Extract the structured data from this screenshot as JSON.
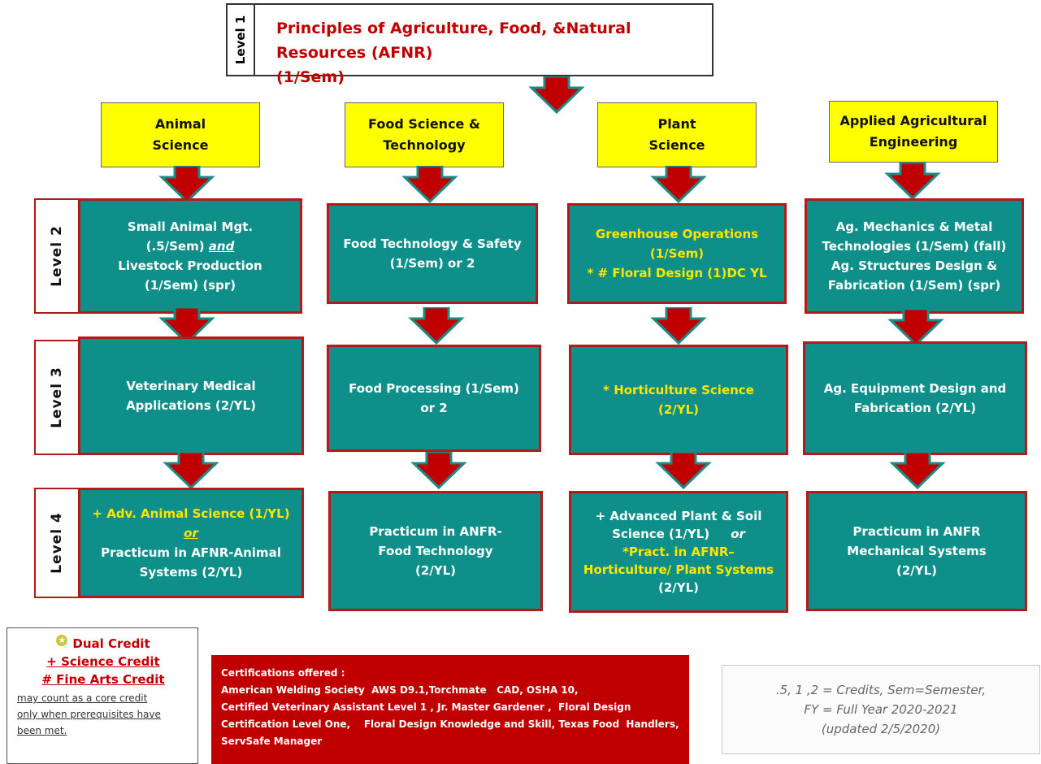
{
  "level1": {
    "label": "Level 1",
    "line1": "Principles of Agriculture, Food, &Natural Resources (AFNR)",
    "line2": "(1/Sem)"
  },
  "pathways": [
    {
      "line1": "Animal",
      "line2": "Science"
    },
    {
      "line1": "Food Science &",
      "line2": "Technology"
    },
    {
      "line1": "Plant",
      "line2": "Science"
    },
    {
      "line1": "Applied Agricultural",
      "line2": "Engineering"
    }
  ],
  "levels": {
    "l2": "Level  2",
    "l3": "Level  3",
    "l4": "Level  4"
  },
  "level2": {
    "animal": {
      "l1": "Small Animal Mgt.",
      "l2a": "(.5/Sem) ",
      "l2b": "and",
      "l3": "Livestock Production",
      "l4": "(1/Sem) (spr)"
    },
    "food": {
      "l1": "Food Technology & Safety",
      "l2": "(1/Sem) or 2"
    },
    "plant": {
      "l1": "Greenhouse Operations",
      "l2": "(1/Sem)",
      "l3": "* # Floral Design (1)DC YL"
    },
    "eng": {
      "l1": "Ag. Mechanics & Metal",
      "l2": "Technologies (1/Sem) (fall)",
      "l3": "Ag. Structures Design &",
      "l4": "Fabrication (1/Sem) (spr)"
    }
  },
  "level3": {
    "animal": {
      "l1": "Veterinary Medical",
      "l2": "Applications (2/YL)"
    },
    "food": {
      "l1": "Food Processing (1/Sem)",
      "l2": "or 2"
    },
    "plant": {
      "l1": "* Horticulture Science",
      "l2": "(2/YL)"
    },
    "eng": {
      "l1": "Ag.  Equipment Design and",
      "l2": "Fabrication (2/YL)"
    }
  },
  "level4": {
    "animal": {
      "l1": "+ Adv. Animal Science (1/YL)",
      "l2": "or",
      "l3": "Practicum in AFNR-Animal",
      "l4": "Systems (2/YL)"
    },
    "food": {
      "l1": "Practicum in ANFR-",
      "l2": "Food  Technology",
      "l3": "(2/YL)"
    },
    "plant": {
      "l1": "+ Advanced Plant & Soil",
      "l2a": "Science (1/YL)     ",
      "l2b": "or",
      "l3": "*Pract. in AFNR–",
      "l4": "Horticulture/  Plant Systems",
      "l5": "(2/YL)"
    },
    "eng": {
      "l1": "Practicum in ANFR",
      "l2": "Mechanical Systems",
      "l3": "(2/YL)"
    }
  },
  "legend": {
    "dual": "Dual Credit",
    "science": "+ Science Credit",
    "fine_arts": "# Fine Arts Credit",
    "note1": "may count as a core credit",
    "note2": "only when prerequisites have",
    "note3": "been met."
  },
  "certifications": {
    "heading": "Certifications offered :",
    "l1": "American Welding Society  AWS D9.1,Torchmate   CAD, OSHA 10,",
    "l2": "Certified Veterinary Assistant Level 1 , Jr. Master Gardener ,  Floral Design",
    "l3": "Certification Level One,    Floral Design Knowledge and Skill, Texas Food  Handlers,",
    "l4": "ServSafe Manager"
  },
  "credits_note": {
    "l1": ".5, 1 ,2 = Credits,  Sem=Semester,",
    "l2": "FY = Full Year  2020-2021",
    "l3": "(updated 2/5/2020)"
  },
  "colors": {
    "teal": "#0f8f8a",
    "red": "#c00000",
    "yellow": "#ffff00",
    "level1_text": "#c00000"
  }
}
